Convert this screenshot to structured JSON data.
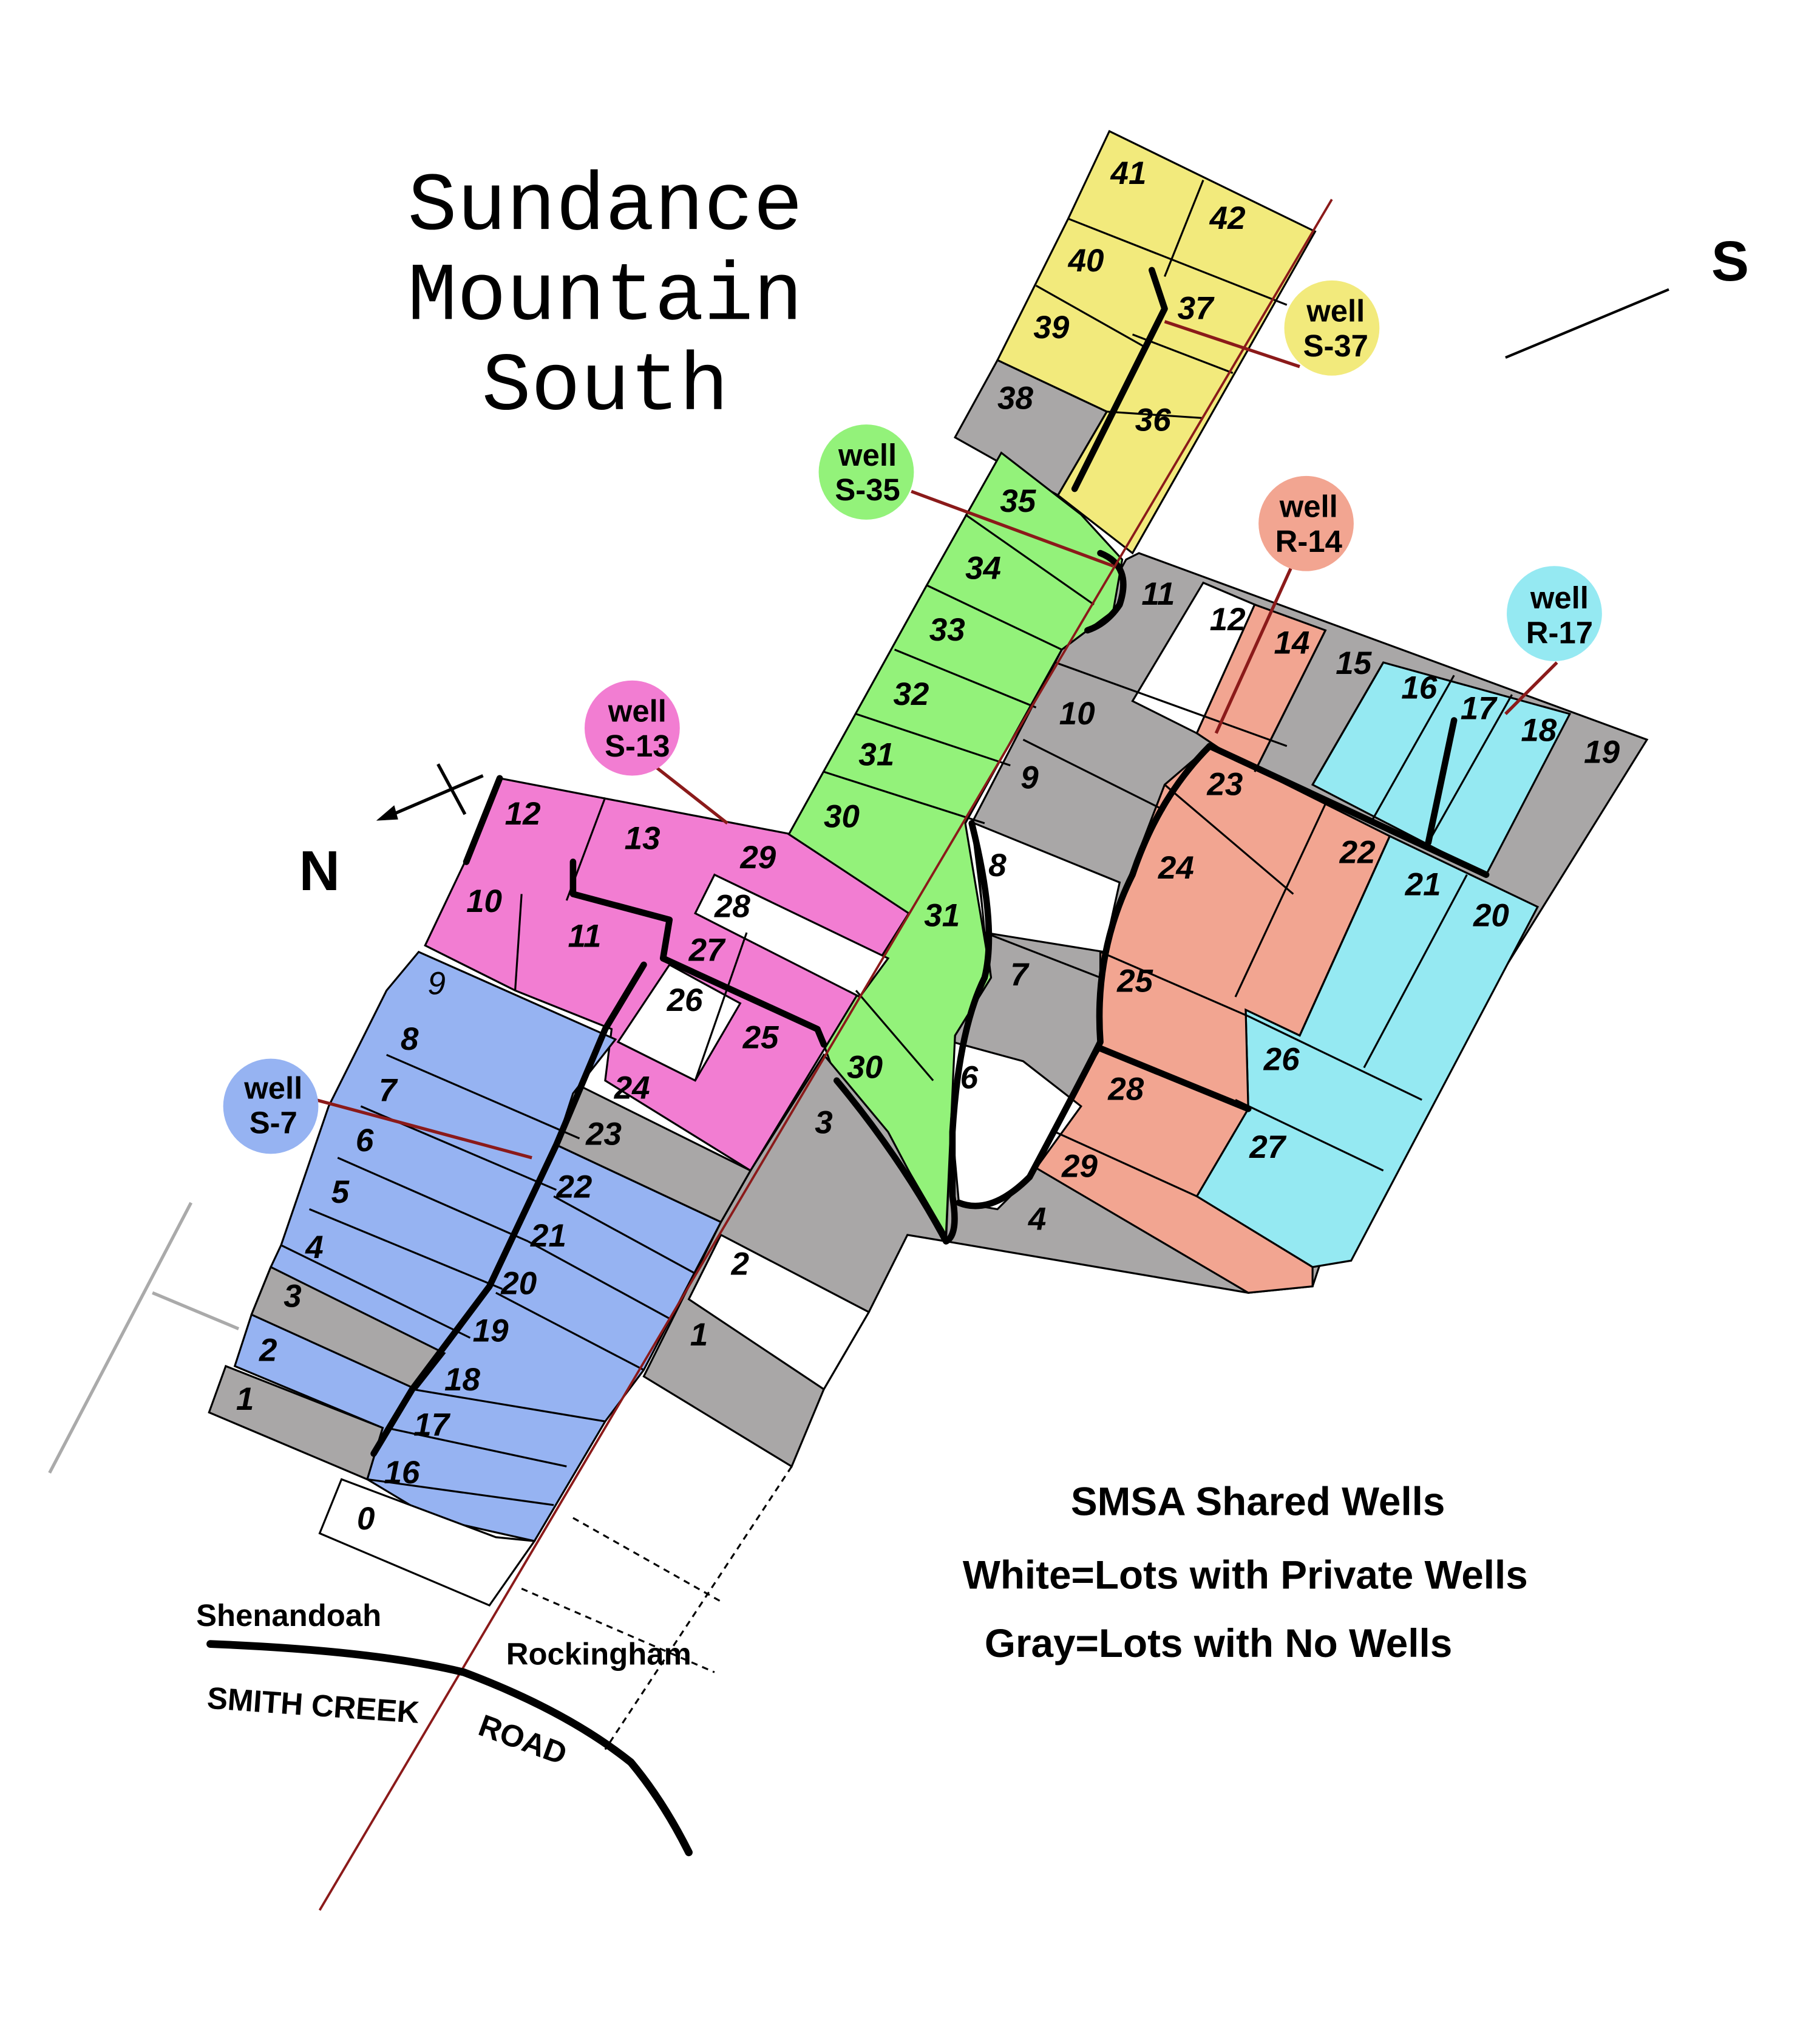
{
  "title": {
    "line1": "Sundance",
    "line2": "Mountain",
    "line3": "South"
  },
  "compass": {
    "south": "S",
    "north": "N"
  },
  "legend": {
    "heading": "SMSA Shared Wells",
    "white": "White=Lots with Private Wells",
    "gray": "Gray=Lots with No Wells"
  },
  "colors": {
    "yellow": "#f2ea7c",
    "green": "#93f27a",
    "pink": "#f27dd2",
    "blue": "#96b3f2",
    "salmon": "#f2a591",
    "cyan": "#95e9f2",
    "gray": "#a9a7a7",
    "white": "#ffffff",
    "well_line": "#8b1a1a"
  },
  "wells": [
    {
      "word": "well",
      "id": "S-37",
      "color": "#f2ea7c"
    },
    {
      "word": "well",
      "id": "S-35",
      "color": "#93f27a"
    },
    {
      "word": "well",
      "id": "R-14",
      "color": "#f2a591"
    },
    {
      "word": "well",
      "id": "R-17",
      "color": "#95e9f2"
    },
    {
      "word": "well",
      "id": "S-13",
      "color": "#f27dd2"
    },
    {
      "word": "well",
      "id": "S-7",
      "color": "#96b3f2"
    }
  ],
  "roads": {
    "county1": "Shenandoah",
    "county2": "Rockingham",
    "road1": "SMITH CREEK",
    "road2": "ROAD"
  },
  "lots": {
    "yellow": [
      "41",
      "42",
      "40",
      "37",
      "39",
      "36"
    ],
    "yellow_gray": [
      "38"
    ],
    "green": [
      "35",
      "34",
      "33",
      "32",
      "31",
      "30",
      "31",
      "30"
    ],
    "right": [
      "11",
      "12",
      "14",
      "15",
      "16",
      "17",
      "18",
      "19",
      "10",
      "9",
      "23",
      "22",
      "24",
      "21",
      "20",
      "8",
      "7",
      "25",
      "26",
      "6",
      "28",
      "27",
      "29",
      "4"
    ],
    "pink": [
      "12",
      "13",
      "29",
      "10",
      "28",
      "11",
      "27",
      "26",
      "25",
      "24"
    ],
    "blue": [
      "9",
      "8",
      "7",
      "23",
      "6",
      "22",
      "5",
      "21",
      "4",
      "20",
      "3",
      "19",
      "2",
      "18",
      "1",
      "17",
      "16",
      "0"
    ],
    "center": [
      "3",
      "2",
      "1"
    ]
  }
}
